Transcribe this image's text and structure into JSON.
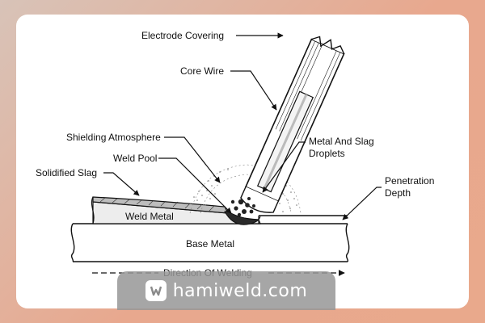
{
  "labels": {
    "electrode_covering": "Electrode Covering",
    "core_wire": "Core Wire",
    "metal_slag_line1": "Metal And Slag",
    "metal_slag_line2": "Droplets",
    "shielding_atmosphere": "Shielding Atmosphere",
    "weld_pool": "Weld Pool",
    "solidified_slag": "Solidified Slag",
    "penetration_line1": "Penetration",
    "penetration_line2": "Depth",
    "weld_metal": "Weld Metal",
    "base_metal": "Base Metal",
    "direction": "Direction Of Welding"
  },
  "watermark": {
    "site": "hamiweld.com"
  },
  "colors": {
    "background": "#e8a88e",
    "card": "#ffffff",
    "banner": "#969696"
  }
}
